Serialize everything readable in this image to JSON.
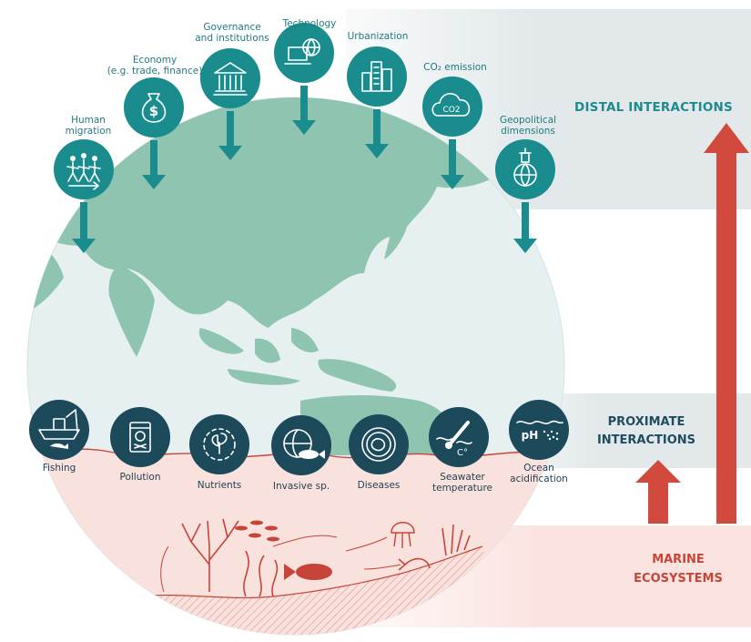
{
  "bands": {
    "distal": "DISTAL INTERACTIONS",
    "proximate": "PROXIMATE\nINTERACTIONS",
    "marine": "MARINE\nECOSYSTEMS"
  },
  "distal_drivers": [
    {
      "label": "Human\nmigration",
      "icon": "people-walking-icon"
    },
    {
      "label": "Economy\n(e.g. trade, finance)",
      "icon": "money-bag-icon"
    },
    {
      "label": "Governance\nand institutions",
      "icon": "government-building-icon"
    },
    {
      "label": "Technology",
      "icon": "laptop-globe-icon"
    },
    {
      "label": "Urbanization",
      "icon": "city-buildings-icon"
    },
    {
      "label": "CO₂ emission",
      "icon": "co2-cloud-icon",
      "icon_text": "CO2"
    },
    {
      "label": "Geopolitical\ndimensions",
      "icon": "lighthouse-globe-icon"
    }
  ],
  "proximate_drivers": [
    {
      "label": "Fishing",
      "icon": "fishing-boat-icon"
    },
    {
      "label": "Pollution",
      "icon": "toxic-barrel-icon"
    },
    {
      "label": "Nutrients",
      "icon": "plant-cycle-icon"
    },
    {
      "label": "Invasive sp.",
      "icon": "invasive-fish-globe-icon"
    },
    {
      "label": "Diseases",
      "icon": "petri-dish-icon"
    },
    {
      "label": "Seawater\ntemperature",
      "icon": "thermometer-water-icon",
      "icon_text": "C°"
    },
    {
      "label": "Ocean\nacidification",
      "icon": "ph-water-icon",
      "icon_text": "pH"
    }
  ],
  "colors": {
    "teal_dark": "#1e8a8f",
    "teal_circle": "#1b8c8e",
    "navy_circle": "#1c4a5b",
    "red_arrow": "#d2493d",
    "globe_land": "#8fc4b1",
    "globe_sea": "#e8f1f1",
    "marine_fill": "#f7dcd8",
    "band_gray": "#e2e8ea"
  }
}
